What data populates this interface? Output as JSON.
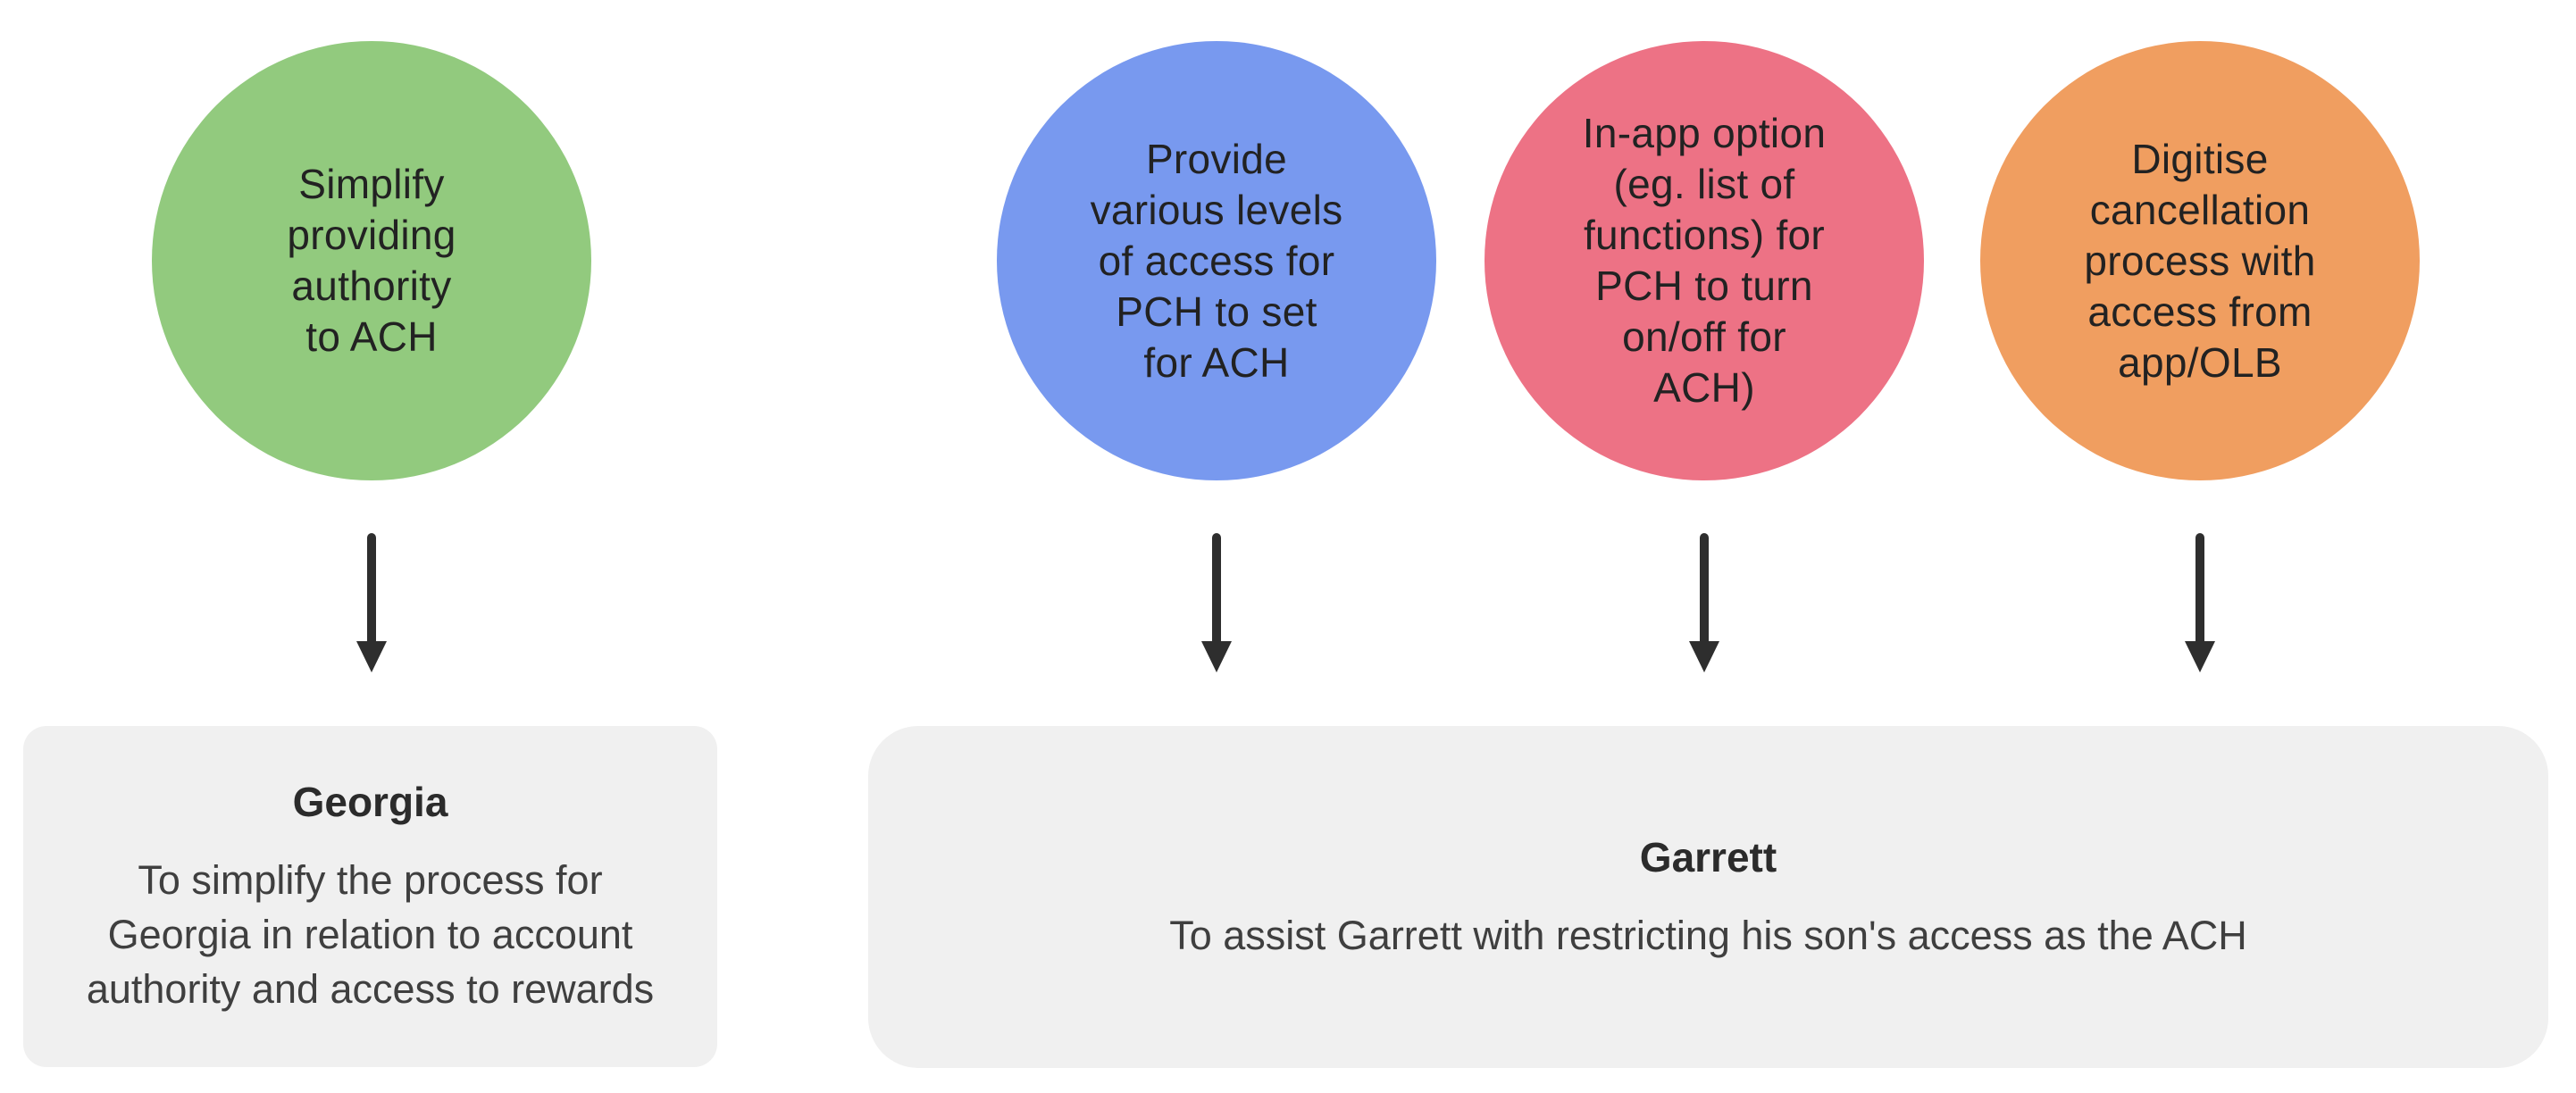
{
  "page": {
    "background": "#FFFFFF"
  },
  "diagram": {
    "solution_circles": [
      {
        "label": "Simplify\nproviding\nauthority\nto ACH",
        "color": "#92CA7E"
      },
      {
        "label": "Provide\nvarious levels\nof access for\nPCH to set\nfor ACH",
        "color": "#7899EF"
      },
      {
        "label": "In-app option\n(eg. list of\nfunctions) for\nPCH to turn\non/off for\nACH)",
        "color": "#ED7285"
      },
      {
        "label": "Digitise\ncancellation\nprocess with\naccess from\napp/OLB",
        "color": "#F09E60"
      }
    ],
    "arrow_color": "#2E2E2E",
    "card_background": "#F0F0F0",
    "persona_cards": [
      {
        "name": "Georgia",
        "goal": "To simplify the process for\nGeorgia in relation to account\nauthority and access to rewards"
      },
      {
        "name": "Garrett",
        "goal": "To assist Garrett with restricting his son's access as the ACH"
      }
    ]
  }
}
